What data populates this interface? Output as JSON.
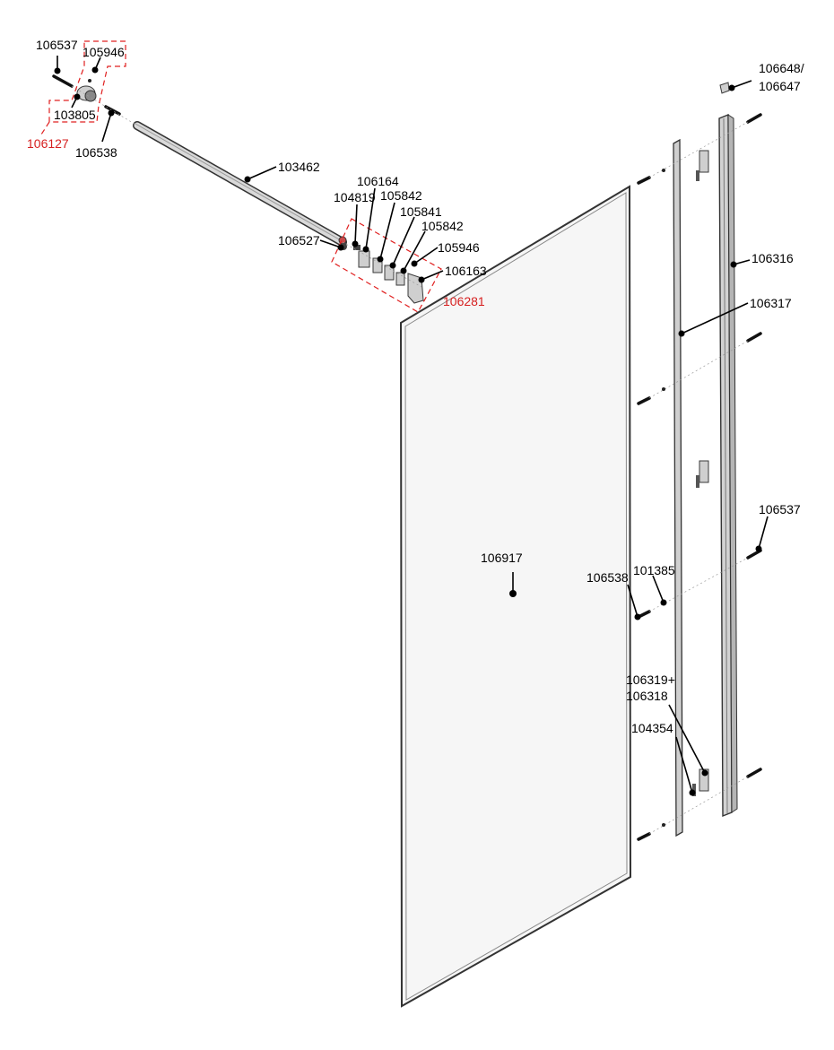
{
  "diagram": {
    "labels": {
      "p106537_top": "106537",
      "p105946_top": "105946",
      "p103805": "103805",
      "p106127": "106127",
      "p106538_top": "106538",
      "p103462": "103462",
      "p106164": "106164",
      "p104819": "104819",
      "p105842_a": "105842",
      "p105841": "105841",
      "p105842_b": "105842",
      "p106527": "106527",
      "p105946_mid": "105946",
      "p106163": "106163",
      "p106281": "106281",
      "p106648": "106648/",
      "p106647": "106647",
      "p106316": "106316",
      "p106317": "106317",
      "p106537_right": "106537",
      "p106917": "106917",
      "p106538_right": "106538",
      "p101385": "101385",
      "p106319": "106319+",
      "p106318": "106318",
      "p104354": "104354"
    },
    "colors": {
      "assembly_label": "#d61f1f",
      "part_label": "#000000"
    }
  }
}
